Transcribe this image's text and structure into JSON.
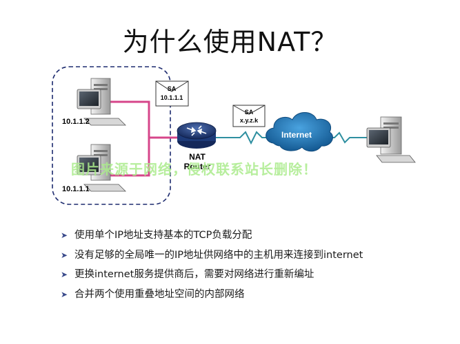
{
  "title": "为什么使用NAT？",
  "hosts": [
    {
      "ip": "10.1.1.2"
    },
    {
      "ip": "10.1.1.1"
    }
  ],
  "packet_inside": {
    "label": "SA",
    "addr": "10.1.1.1"
  },
  "packet_outside": {
    "label": "SA",
    "addr": "x.y.z.k"
  },
  "router": {
    "line1": "NAT",
    "line2": "Router"
  },
  "cloud": {
    "label": "Internet"
  },
  "watermark": "图片来源于网络，侵权联系站长删除！",
  "bullets": [
    "使用单个IP地址支持基本的TCP负载分配",
    "没有足够的全局唯一的IP地址供网络中的主机用来连接到internet",
    "更换internet服务提供商后，需要对网络进行重新编址",
    "合并两个使用重叠地址空间的内部网络"
  ],
  "colors": {
    "lan_link": "#d6458a",
    "wan_link": "#2e8fa0",
    "cloud": "#1f6fa8",
    "router": "#1d3a78",
    "dashed_border": "#1c2a6e"
  }
}
